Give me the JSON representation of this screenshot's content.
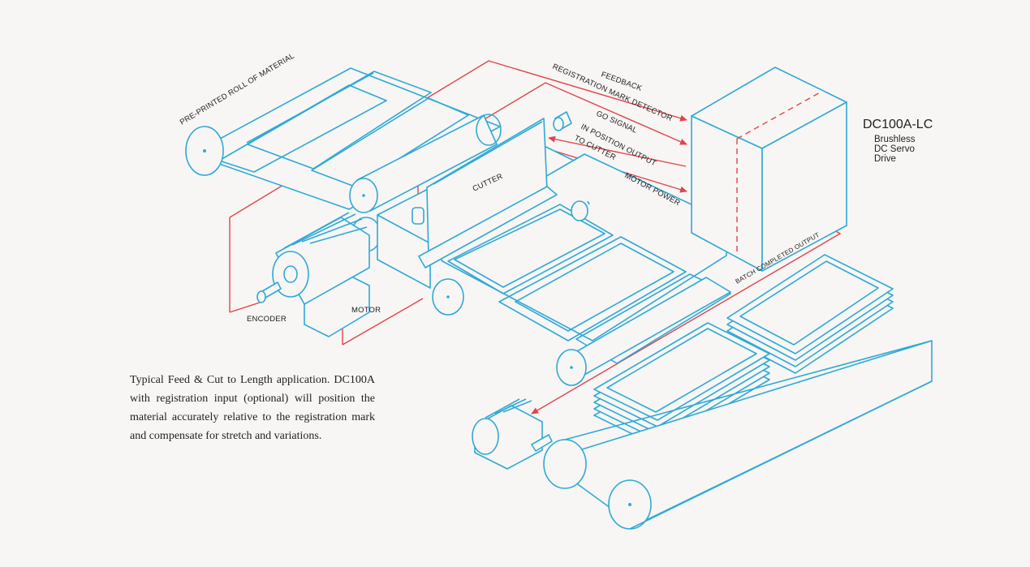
{
  "product": {
    "model": "DC100A-LC",
    "description_lines": [
      "Brushless",
      "DC Servo",
      "Drive"
    ]
  },
  "labels": {
    "roll": "PRE-PRINTED ROLL OF MATERIAL",
    "feedback": "FEEDBACK",
    "registration": "REGISTRATION MARK DETECTOR",
    "go_signal": "GO SIGNAL",
    "in_position": "IN POSITION OUTPUT",
    "to_cutter": "TO CUTTER",
    "motor_power": "MOTOR POWER",
    "cutter": "CUTTER",
    "batch": "BATCH COMPLETED OUTPUT",
    "encoder": "ENCODER",
    "motor": "MOTOR"
  },
  "caption": "Typical Feed & Cut to Length application. DC100A with registration input (optional) will position the material accurately relative to the registration mark and compensate for stretch and variations.",
  "colors": {
    "line": "#2fa9d6",
    "signal": "#e2434b",
    "background": "#f7f6f4"
  }
}
